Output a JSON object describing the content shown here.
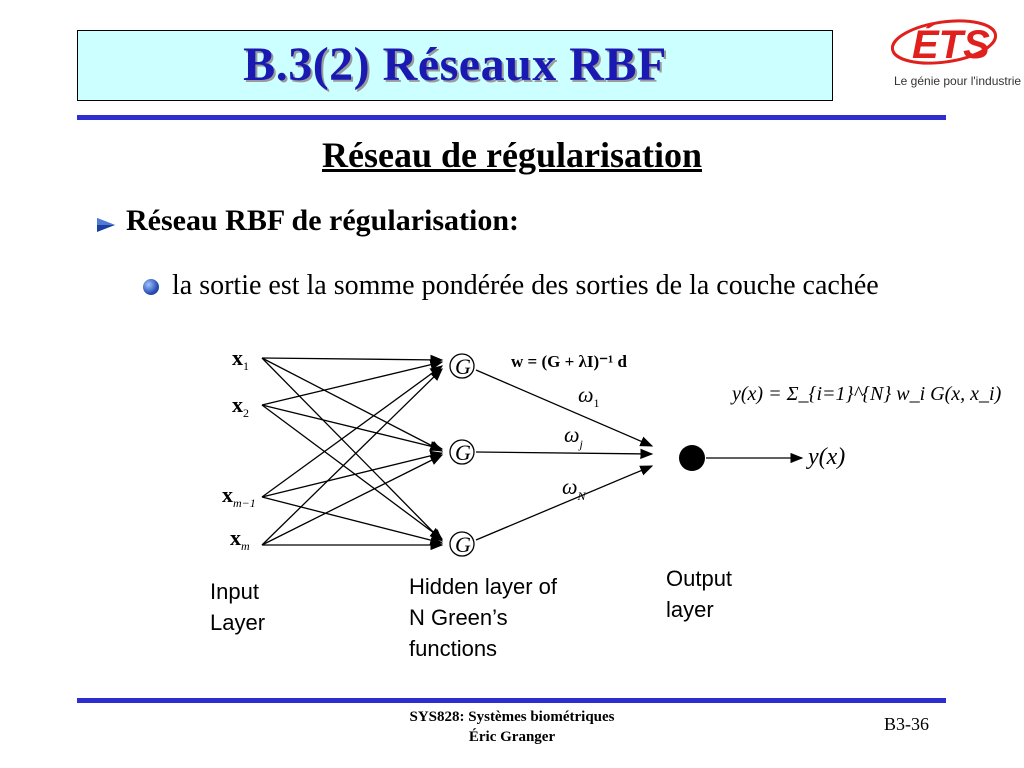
{
  "slide": {
    "title": "B.3(2)  Réseaux RBF",
    "subtitle": "Réseau de régularisation",
    "bullet1": "Réseau RBF de régularisation:",
    "bullet2": "la sortie est la somme pondérée des sorties de la couche cachée"
  },
  "logo": {
    "brand": "ÉTS",
    "tagline": "Le génie pour l'industrie"
  },
  "diagram": {
    "inputs": [
      "x",
      "x",
      "x",
      "x"
    ],
    "input_subscripts": [
      "1",
      "2",
      "m−1",
      "m"
    ],
    "hidden_node": "G",
    "weight_symbol": "ω",
    "weight_subscripts": [
      "1",
      "j",
      "N"
    ],
    "weight_formula": "w = (G + λI)⁻¹ d",
    "output_formula": "y(x) = Σ_{i=1}^{N} w_i G(x, x_i)",
    "output_label": "y(x)",
    "labels": {
      "input": "Input Layer",
      "hidden": "Hidden layer of N Green’s functions",
      "output": "Output layer"
    }
  },
  "footer": {
    "course": "SYS828: Systèmes biométriques",
    "author": "Éric Granger",
    "page": "B3-36"
  },
  "colors": {
    "title_text": "#1a1ab3",
    "title_bg": "#ccffff",
    "rule": "#2d2dd0",
    "logo_red": "#e0201c"
  }
}
